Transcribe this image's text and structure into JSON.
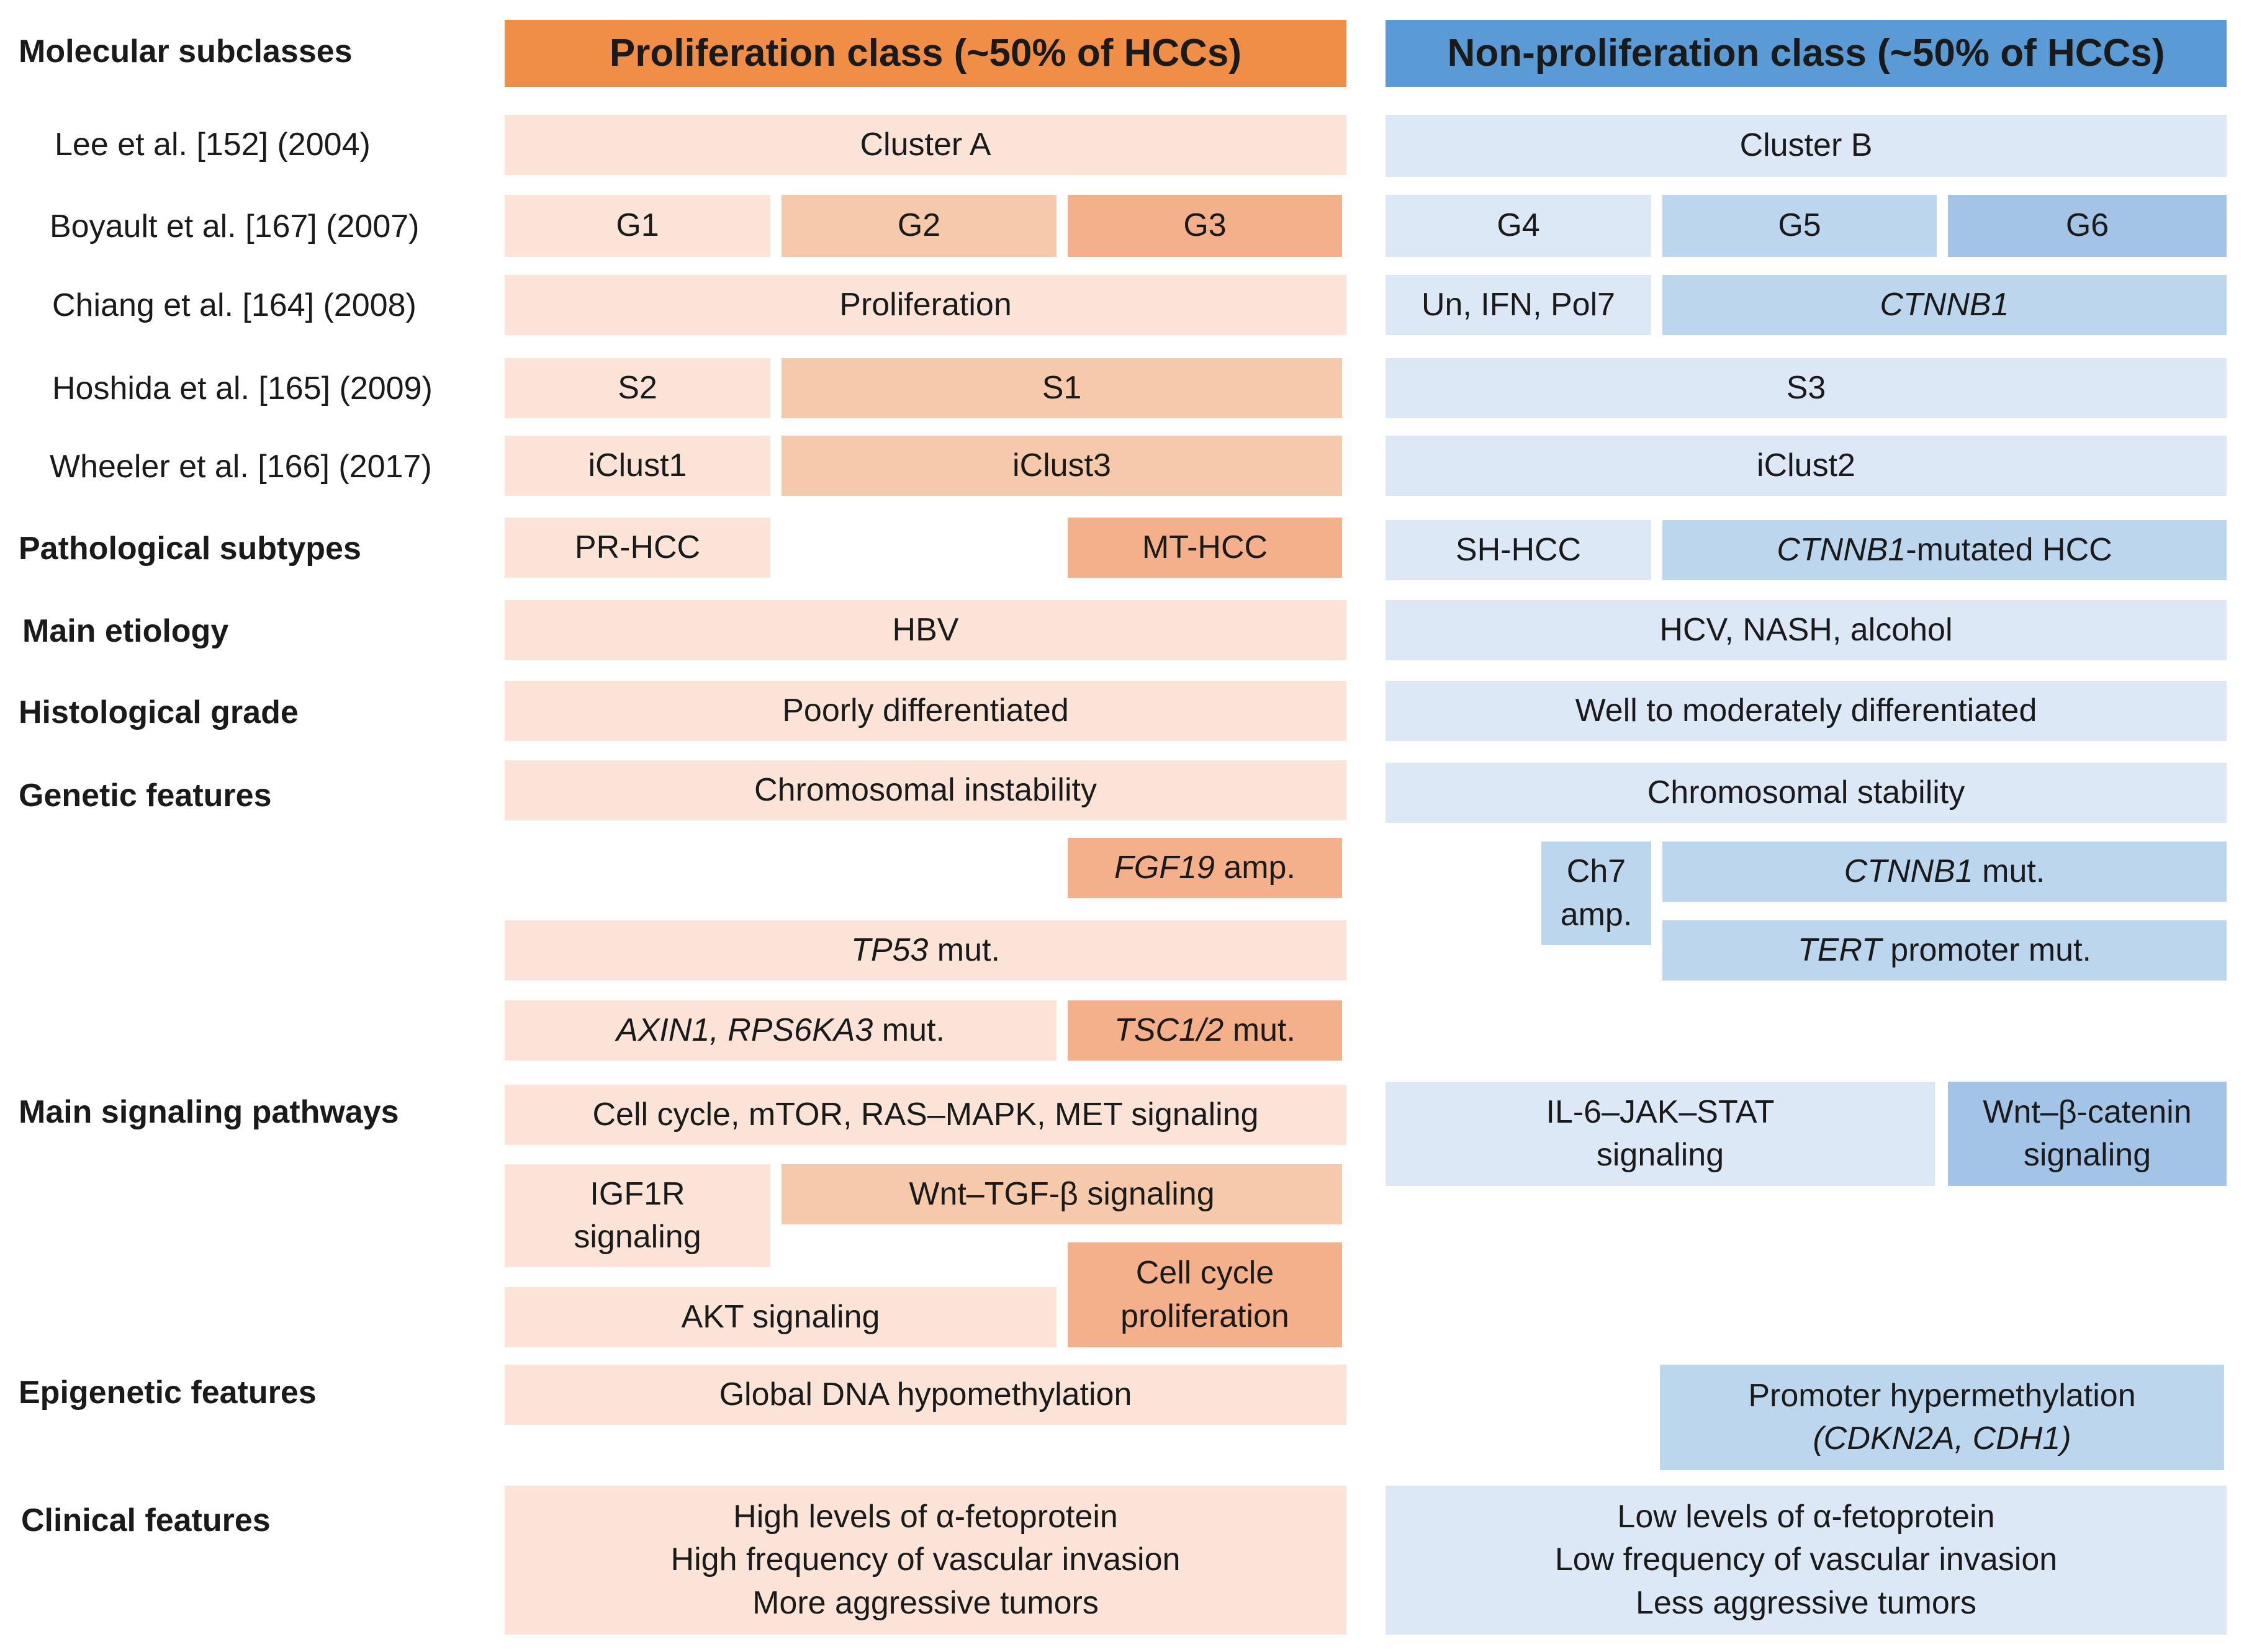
{
  "colors": {
    "proliferation_header": "#f08d47",
    "nonproliferation_header": "#5b9bd5",
    "orange_light": "#fbe4d7",
    "orange_mid": "#f7c9ab",
    "orange_strong": "#f4b08a",
    "blue_light": "#dce8f5",
    "blue_mid": "#bcd6ee",
    "blue_strong": "#a3c4e7"
  },
  "row_labels": {
    "molecular_subclasses": "Molecular subclasses",
    "lee": "Lee et al. [152] (2004)",
    "boyault": "Boyault et al. [167] (2007)",
    "chiang": "Chiang et al. [164] (2008)",
    "hoshida": "Hoshida et al. [165] (2009)",
    "wheeler": "Wheeler et al. [166] (2017)",
    "pathological": "Pathological subtypes",
    "etiology": "Main etiology",
    "histological": "Histological grade",
    "genetic": "Genetic features",
    "signaling": "Main signaling pathways",
    "epigenetic": "Epigenetic features",
    "clinical": "Clinical features"
  },
  "proliferation": {
    "header": "Proliferation class (~50% of HCCs)",
    "cluster": "Cluster A",
    "g1": "G1",
    "g2": "G2",
    "g3": "G3",
    "chiang": "Proliferation",
    "s2": "S2",
    "s1": "S1",
    "iclust1": "iClust1",
    "iclust3": "iClust3",
    "pr_hcc": "PR-HCC",
    "mt_hcc": "MT-HCC",
    "etiology": "HBV",
    "grade": "Poorly differentiated",
    "instability": "Chromosomal instability",
    "fgf19_gene": "FGF19",
    "fgf19_rest": " amp.",
    "tp53_gene": "TP53",
    "tp53_rest": " mut.",
    "axin_gene": "AXIN1, RPS6KA3",
    "axin_rest": " mut.",
    "tsc_gene": "TSC1/2",
    "tsc_rest": " mut.",
    "cell_cycle_pathways": "Cell cycle, mTOR, RAS–MAPK, MET signaling",
    "igf1r_l1": "IGF1R",
    "igf1r_l2": "signaling",
    "wnt_tgf": "Wnt–TGF-β signaling",
    "akt": "AKT signaling",
    "cc_prolif_l1": "Cell cycle",
    "cc_prolif_l2": "proliferation",
    "hypomethylation": "Global DNA hypomethylation",
    "clinical_l1": "High levels of α-fetoprotein",
    "clinical_l2": "High frequency of vascular invasion",
    "clinical_l3": "More aggressive tumors"
  },
  "nonproliferation": {
    "header": "Non-proliferation class (~50% of HCCs)",
    "cluster": "Cluster B",
    "g4": "G4",
    "g5": "G5",
    "g6": "G6",
    "un_ifn": "Un, IFN, Pol7",
    "ctnnb1": "CTNNB1",
    "s3": "S3",
    "iclust2": "iClust2",
    "sh_hcc": "SH-HCC",
    "ctnnb1_mut_gene": "CTNNB1",
    "ctnnb1_mut_rest": "-mutated HCC",
    "etiology": "HCV, NASH, alcohol",
    "grade": "Well to moderately differentiated",
    "stability": "Chromosomal stability",
    "ch7_l1": "Ch7",
    "ch7_l2": "amp.",
    "ctnnb1_m_gene": "CTNNB1",
    "ctnnb1_m_rest": " mut.",
    "tert_gene": "TERT",
    "tert_rest": " promoter mut.",
    "il6_l1": "IL-6–JAK–STAT",
    "il6_l2": "signaling",
    "wnt_l1": "Wnt–β-catenin",
    "wnt_l2": "signaling",
    "hyper_l1": "Promoter hypermethylation",
    "hyper_l2": "(CDKN2A, CDH1)",
    "clinical_l1": "Low levels of α-fetoprotein",
    "clinical_l2": "Low frequency of vascular invasion",
    "clinical_l3": "Less aggressive tumors"
  }
}
